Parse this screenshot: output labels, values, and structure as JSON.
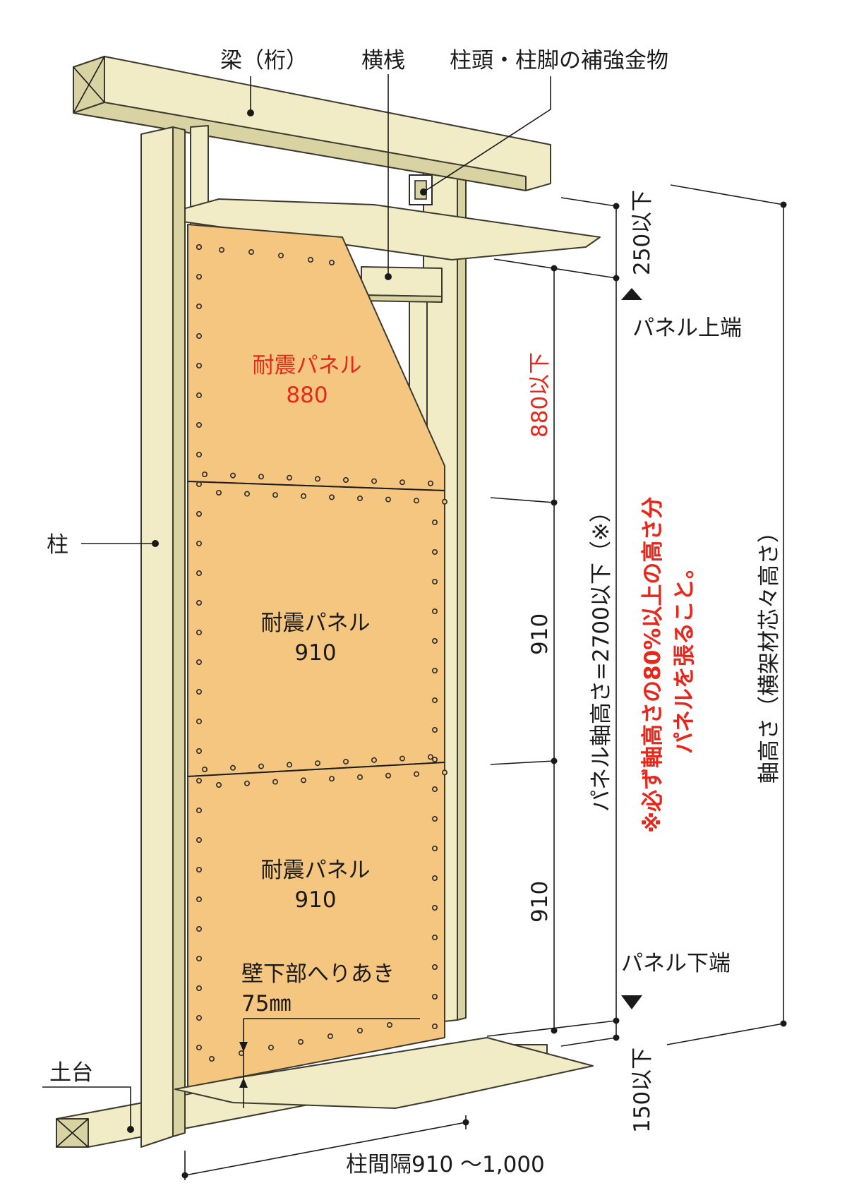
{
  "labels": {
    "beam": "梁（桁）",
    "crosspiece": "横桟",
    "hardware": "柱頭・柱脚の補強金物",
    "post": "柱",
    "sill": "土台",
    "panel_top_label": "パネル上端",
    "panel_bottom_label": "パネル下端",
    "top_gap": "250以下",
    "bottom_gap": "150以下",
    "panel_top_dim": "880以下",
    "panel_mid_dim": "910",
    "panel_low_dim": "910",
    "panel_axis_height": "パネル軸高さ=2700以下（※）",
    "note_line1": "※必ず軸高さの80%以上の高さ分",
    "note_line2": "パネルを張ること。",
    "axis_height": "軸高さ（横架材芯々高さ）",
    "edge_distance_line1": "壁下部へりあき",
    "edge_distance_line2": "75㎜",
    "post_spacing": "柱間隔910 ～1,000"
  },
  "panels": [
    {
      "name": "耐震パネル",
      "size": "880",
      "color": "#e8271c"
    },
    {
      "name": "耐震パネル",
      "size": "910",
      "color": "#1a1a1a"
    },
    {
      "name": "耐震パネル",
      "size": "910",
      "color": "#1a1a1a"
    }
  ],
  "colors": {
    "wood": "#f1ecc6",
    "panel": "#f5c67f",
    "accent_red": "#e8271c",
    "line": "#1a1a1a"
  }
}
